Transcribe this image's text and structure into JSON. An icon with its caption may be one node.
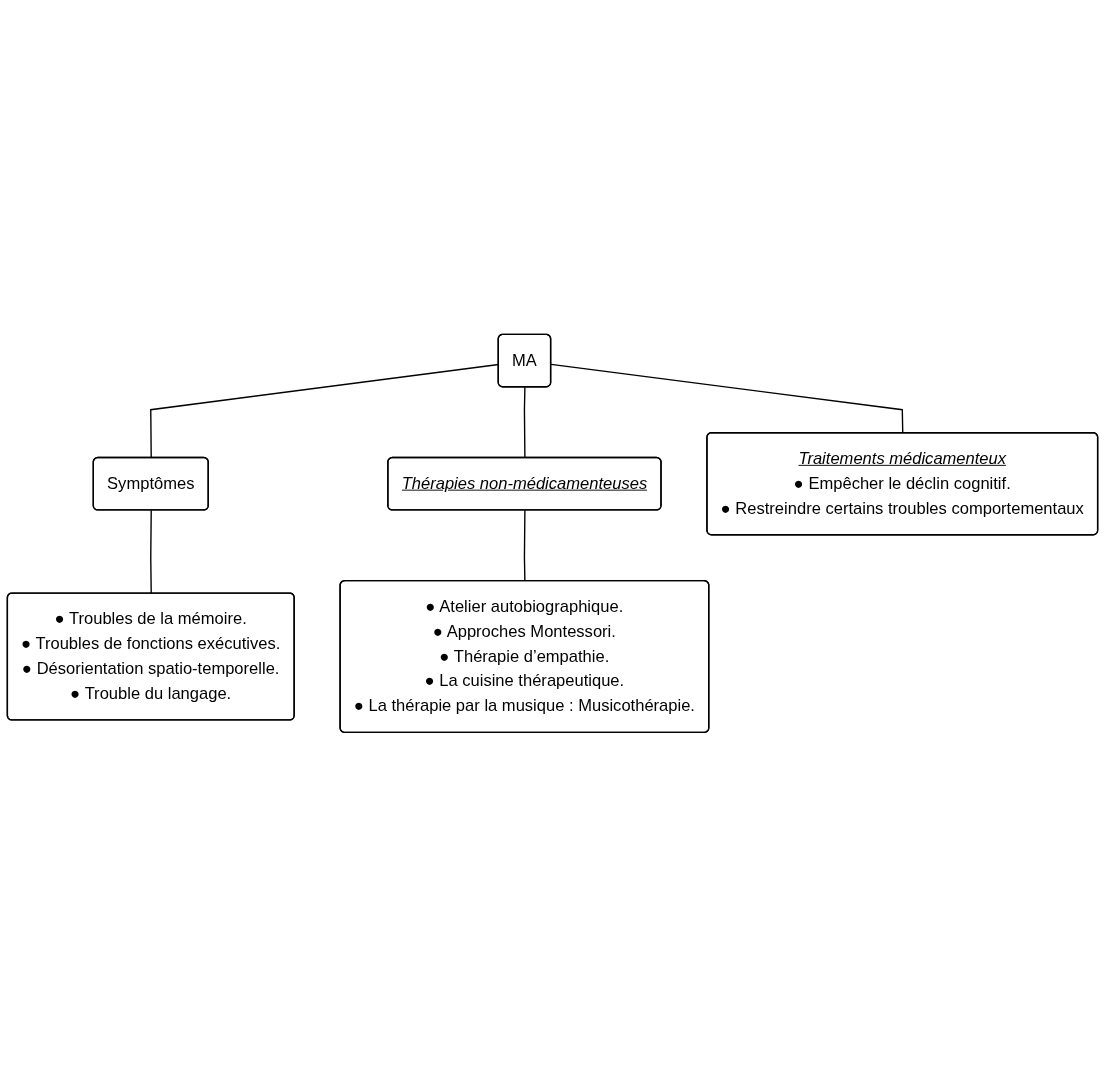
{
  "diagram": {
    "nodes": [
      {
        "text": [
          "Symptômes"
        ]
      },
      {
        "text": [
          "● Troubles de la mémoire.",
          "● Troubles de fonctions exécutives.",
          "● Désorientation spatio-temporelle.",
          "● Trouble du langage."
        ]
      },
      {
        "text": [
          "MA"
        ]
      },
      {
        "text": [
          "Thérapies non-médicamenteuses"
        ]
      },
      {
        "text": [
          "● Atelier autobiographique.",
          "● Approches Montessori.",
          "● Thérapie d’empathie.",
          "● La cuisine thérapeutique.",
          "● La thérapie par la musique : Musicothérapie."
        ]
      },
      {
        "text": [
          "Traitements médicamenteux",
          "● Empêcher le déclin cognitif.",
          "● Restreindre certains troubles comportementaux"
        ]
      }
    ],
    "edges": [
      {
        "from": 2,
        "to": 0,
        "arrow": "none"
      },
      {
        "from": 2,
        "to": 3,
        "arrow": "none"
      },
      {
        "from": 2,
        "to": 5,
        "arrow": "none"
      },
      {
        "from": 0,
        "to": 1,
        "arrow": "none"
      },
      {
        "from": 3,
        "to": 4,
        "arrow": "none"
      }
    ]
  }
}
